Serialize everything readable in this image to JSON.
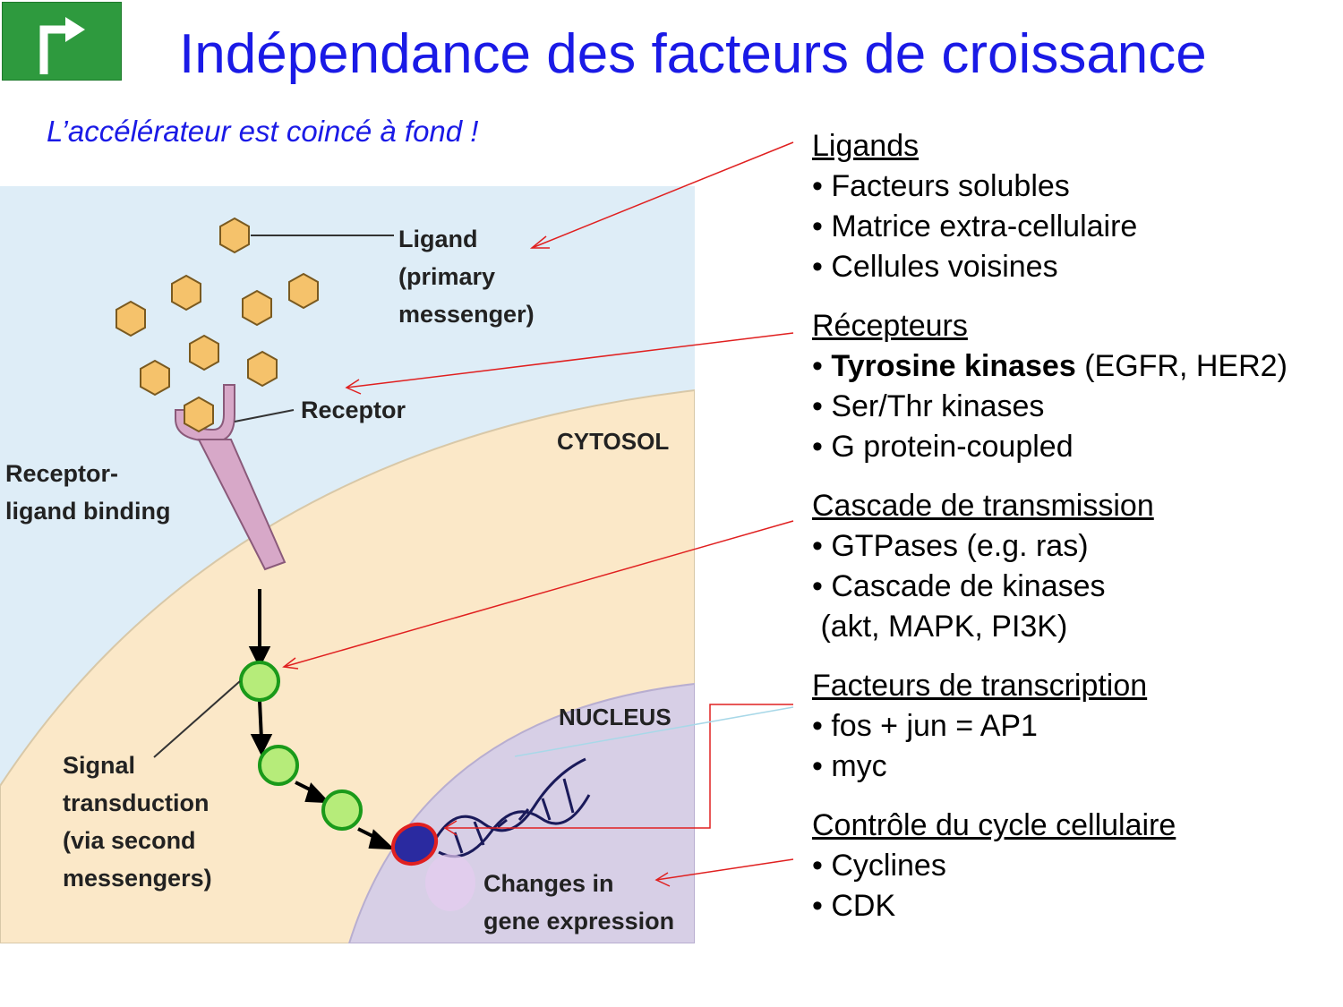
{
  "slide": {
    "title": "Indépendance des facteurs de croissance",
    "subtitle": "L’accélérateur est coincé à fond !"
  },
  "colors": {
    "title": "#1a1ae6",
    "nav_button": "#2e9a3e",
    "arrow": "#e02020",
    "extracellular": "#deedf7",
    "cytosol": "#fbe8c8",
    "nucleus": "#d7cfe6"
  },
  "icons": {
    "nav": "turn-right-arrow-icon"
  },
  "diagram": {
    "labels": {
      "ligand": [
        "Ligand",
        "(primary",
        "messenger)"
      ],
      "receptor": "Receptor",
      "cytosol": "CYTOSOL",
      "nucleus": "NUCLEUS",
      "binding": [
        "Receptor-",
        "ligand binding"
      ],
      "transduction": [
        "Signal",
        "transduction",
        "(via second",
        "messengers)"
      ],
      "expression": [
        "Changes in",
        "gene expression"
      ]
    }
  },
  "sections": [
    {
      "title": "Ligands",
      "items": [
        "• Facteurs solubles",
        "• Matrice extra-cellulaire",
        "• Cellules voisines"
      ]
    },
    {
      "title": "Récepteurs",
      "bold_prefix": "• ",
      "bold": "Tyrosine kinases",
      "bold_suffix": " (EGFR, HER2)",
      "items": [
        "• Ser/Thr kinases",
        "• G protein-coupled"
      ]
    },
    {
      "title": "Cascade de transmission",
      "items": [
        "• GTPases (e.g. ras)",
        "• Cascade de kinases",
        " (akt, MAPK, PI3K)"
      ]
    },
    {
      "title": "Facteurs de transcription",
      "items": [
        "• fos + jun = AP1",
        "• myc"
      ]
    },
    {
      "title": "Contrôle du cycle cellulaire",
      "items": [
        "• Cyclines",
        "• CDK"
      ]
    }
  ]
}
